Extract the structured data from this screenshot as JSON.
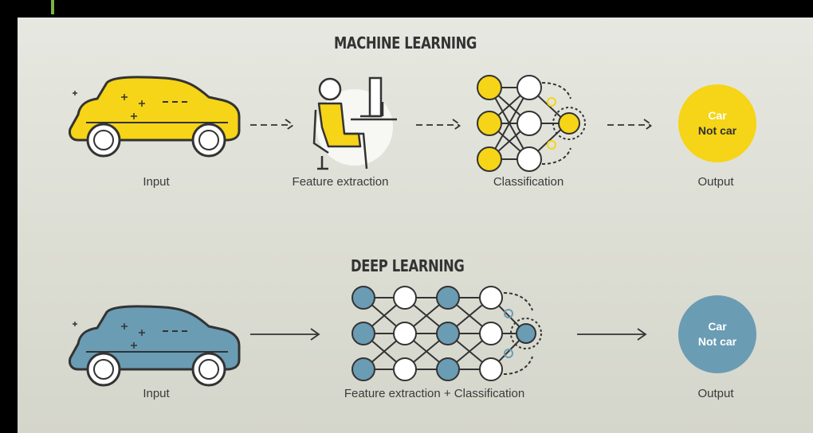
{
  "ml": {
    "title": "MACHINE LEARNING",
    "input_label": "Input",
    "feature_label": "Feature extraction",
    "classification_label": "Classification",
    "output_label": "Output",
    "output_line1": "Car",
    "output_line2": "Not car",
    "color": "#f6d417"
  },
  "dl": {
    "title": "DEEP LEARNING",
    "input_label": "Input",
    "process_label": "Feature extraction + Classification",
    "output_label": "Output",
    "output_line1": "Car",
    "output_line2": "Not car",
    "color": "#6a9cb4"
  },
  "icons": {
    "ml_car": "car-icon",
    "person": "person-at-computer-icon",
    "ml_network": "neural-network-icon",
    "dl_car": "car-icon",
    "dl_network": "deep-neural-network-icon"
  }
}
